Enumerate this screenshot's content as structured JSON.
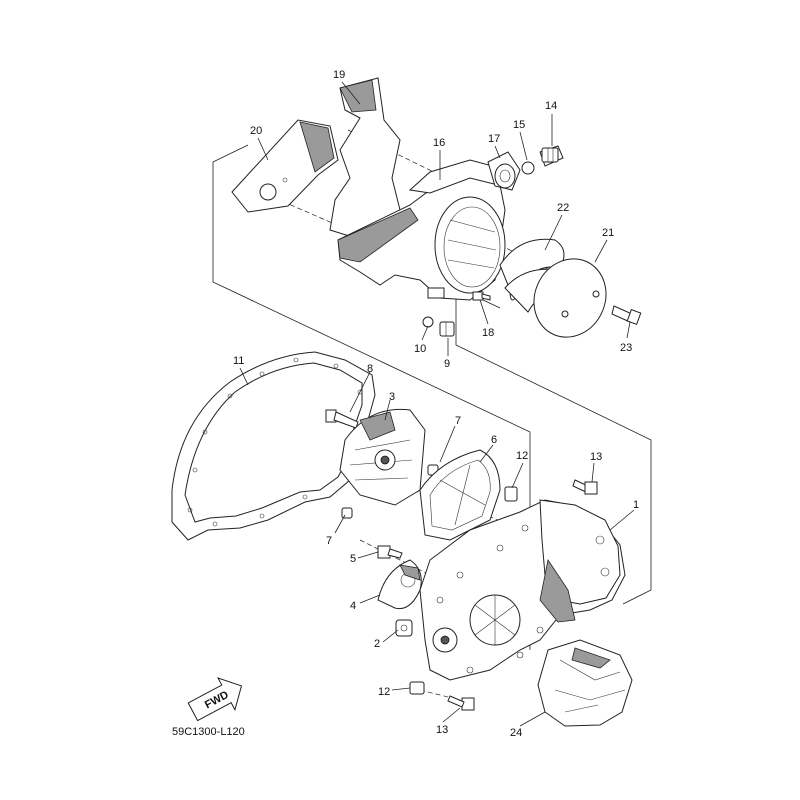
{
  "diagram_code": "59C1300-L120",
  "fwd_label": "FWD",
  "labels": {
    "p1": "1",
    "p2": "2",
    "p3": "3",
    "p4": "4",
    "p5": "5",
    "p6": "6",
    "p7a": "7",
    "p7b": "7",
    "p8": "8",
    "p9": "9",
    "p10": "10",
    "p11": "11",
    "p12a": "12",
    "p12b": "12",
    "p13a": "13",
    "p13b": "13",
    "p14": "14",
    "p15": "15",
    "p16": "16",
    "p17": "17",
    "p18": "18",
    "p19": "19",
    "p20": "20",
    "p21": "21",
    "p22": "22",
    "p23": "23",
    "p24": "24"
  }
}
